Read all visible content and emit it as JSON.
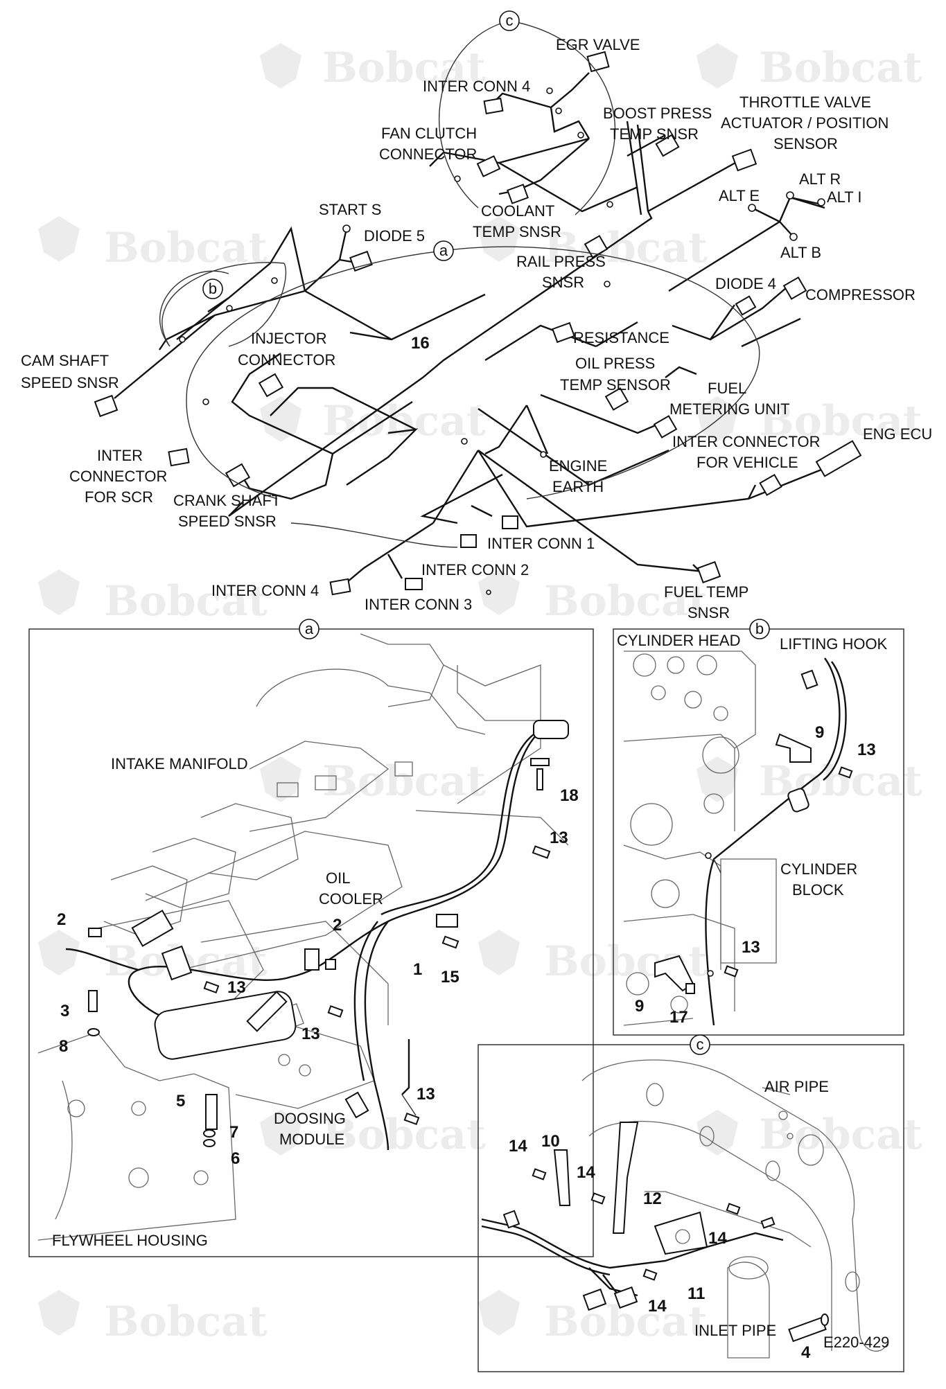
{
  "brand": {
    "watermark": "Bobcat",
    "line_color": "#111111",
    "watermark_color": "#ececec"
  },
  "drawing_code": "E220-429",
  "harness_labels": {
    "egr_valve": "EGR VALVE",
    "inter_conn_4_top": "INTER CONN 4",
    "boost_press": [
      "BOOST PRESS",
      "TEMP SNSR"
    ],
    "throttle_valve": [
      "THROTTLE VALVE",
      "ACTUATOR / POSITION",
      "SENSOR"
    ],
    "fan_clutch": [
      "FAN CLUTCH",
      "CONNECTOR"
    ],
    "alt_r": "ALT R",
    "alt_e": "ALT E",
    "alt_i": "ALT I",
    "alt_b": "ALT B",
    "start_s": "START S",
    "coolant_temp": [
      "COOLANT",
      "TEMP SNSR"
    ],
    "diode_5": "DIODE 5",
    "rail_press": [
      "RAIL PRESS",
      "SNSR"
    ],
    "diode_4": "DIODE 4",
    "compressor": "COMPRESSOR",
    "injector_connector": [
      "INJECTOR",
      "CONNECTOR"
    ],
    "resistance": "RESISTANCE",
    "cam_shaft": [
      "CAM SHAFT",
      "SPEED SNSR"
    ],
    "oil_press": [
      "OIL PRESS",
      "TEMP SENSOR"
    ],
    "fuel_metering": [
      "FUEL",
      "METERING UNIT"
    ],
    "inter_connector_scr": [
      "INTER",
      "CONNECTOR",
      "FOR SCR"
    ],
    "engine_earth": [
      "ENGINE",
      "EARTH"
    ],
    "inter_connector_vehicle": [
      "INTER CONNECTOR",
      "FOR VEHICLE"
    ],
    "eng_ecu": "ENG ECU",
    "crank_shaft": [
      "CRANK SHAFT",
      "SPEED SNSR"
    ],
    "inter_conn_1": "INTER CONN 1",
    "inter_conn_2": "INTER CONN 2",
    "inter_conn_4_bottom": "INTER CONN 4",
    "inter_conn_3": "INTER CONN 3",
    "fuel_temp": [
      "FUEL TEMP",
      "SNSR"
    ],
    "harness_number": "16"
  },
  "callouts": {
    "a": "a",
    "b": "b",
    "c": "c"
  },
  "detail_a": {
    "title": "a",
    "labels": {
      "intake_manifold": "INTAKE MANIFOLD",
      "oil_cooler": [
        "OIL",
        "COOLER"
      ],
      "doosing_module": [
        "DOOSING",
        "MODULE"
      ],
      "flywheel_housing": "FLYWHEEL HOUSING"
    },
    "numbers": {
      "n18": "18",
      "n13a": "13",
      "n2a": "2",
      "n2b": "2",
      "n1": "1",
      "n15": "15",
      "n3": "3",
      "n13b": "13",
      "n13c": "13",
      "n8": "8",
      "n5": "5",
      "n7": "7",
      "n6": "6",
      "n13d": "13"
    }
  },
  "detail_b": {
    "title": "b",
    "labels": {
      "cylinder_head": "CYLINDER HEAD",
      "lifting_hook": "LIFTING HOOK",
      "cylinder_block": [
        "CYLINDER",
        "BLOCK"
      ]
    },
    "numbers": {
      "n9a": "9",
      "n13a": "13",
      "n13b": "13",
      "n9b": "9",
      "n17": "17"
    }
  },
  "detail_c": {
    "title": "c",
    "labels": {
      "air_pipe": "AIR PIPE",
      "inlet_pipe": "INLET PIPE"
    },
    "numbers": {
      "n10": "10",
      "n14a": "14",
      "n14b": "14",
      "n12": "12",
      "n14c": "14",
      "n14d": "14",
      "n11": "11",
      "n4": "4"
    }
  }
}
